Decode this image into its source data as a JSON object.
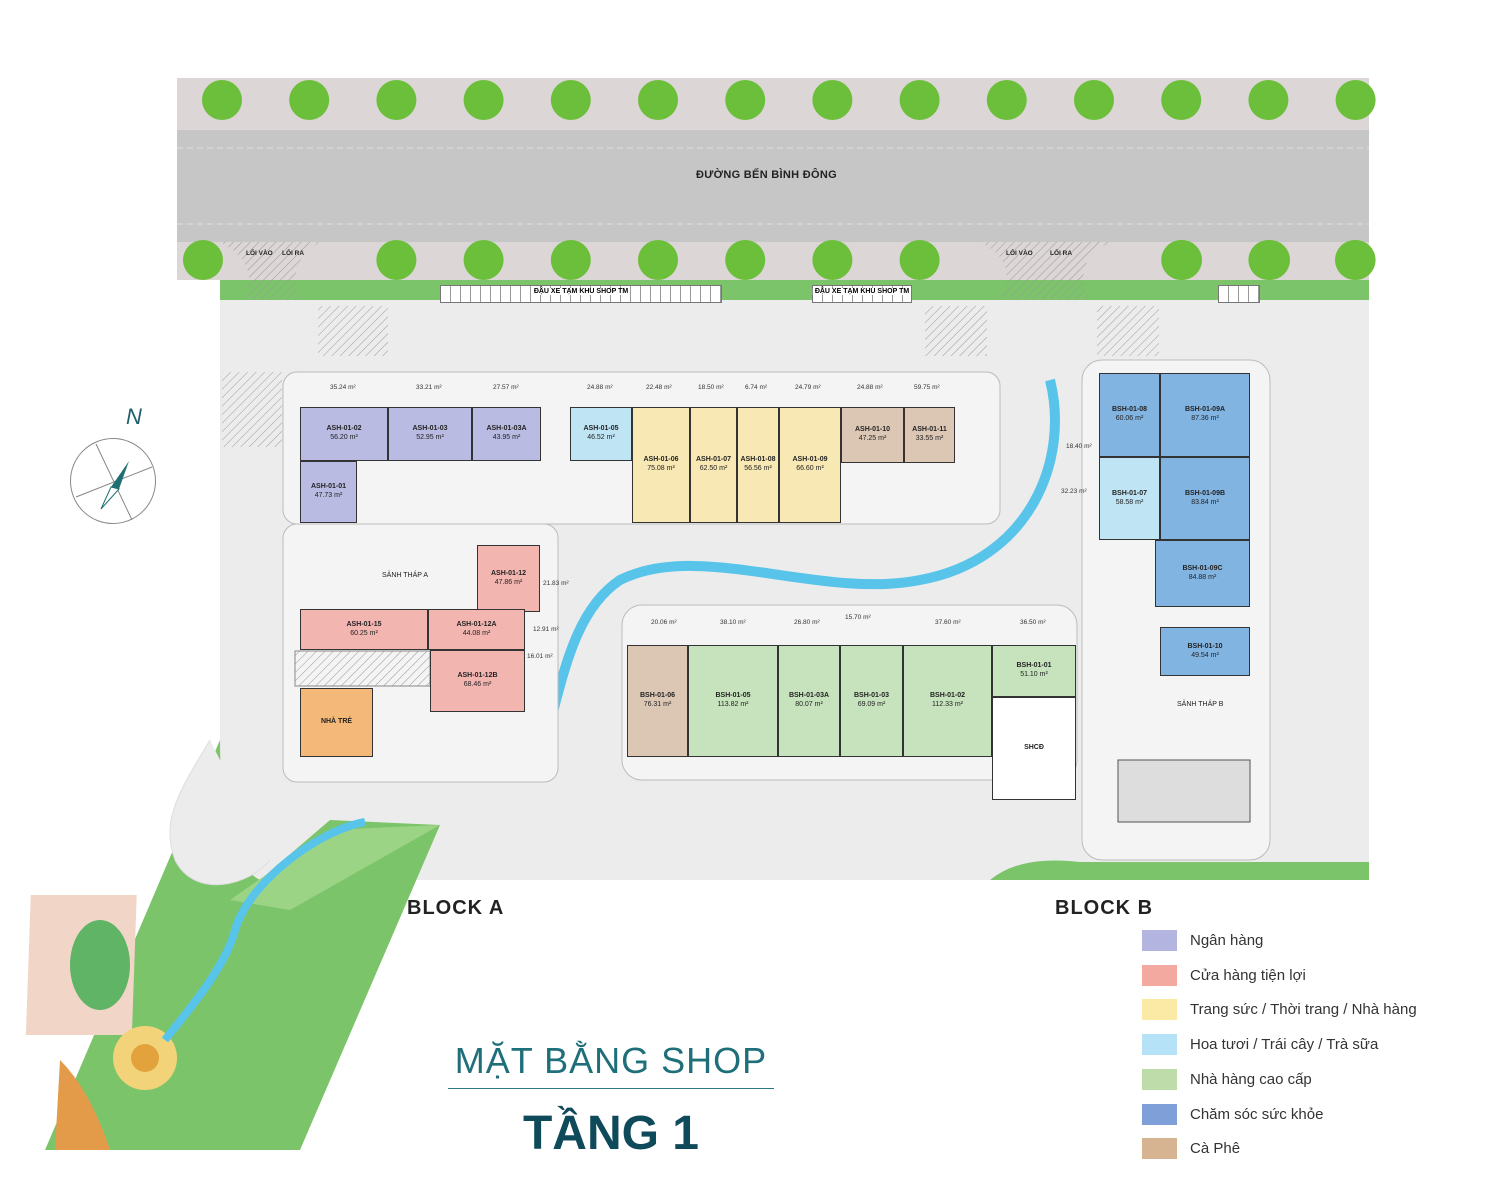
{
  "street": {
    "name": "ĐƯỜNG BẾN BÌNH ĐÔNG"
  },
  "entrances": [
    {
      "in": "LỐI VÀO",
      "out": "LỐI RA"
    },
    {
      "in": "LỐI VÀO",
      "out": "LỐI RA"
    }
  ],
  "parking": [
    "ĐẬU XE TẠM KHU SHOP TM",
    "ĐẬU XE TẠM KHU SHOP TM"
  ],
  "compass": {
    "label": "N"
  },
  "blocks": {
    "a": "BLOCK A",
    "b": "BLOCK B"
  },
  "lobbies": {
    "a": "SẢNH THÁP A",
    "b": "SẢNH THÁP B"
  },
  "units": [
    {
      "id": "ASH-01-02",
      "area": "56.20 m²",
      "category": "bank"
    },
    {
      "id": "ASH-01-03",
      "area": "52.95 m²",
      "category": "bank"
    },
    {
      "id": "ASH-01-03A",
      "area": "43.95 m²",
      "category": "bank"
    },
    {
      "id": "ASH-01-01",
      "area": "47.73 m²",
      "category": "bank"
    },
    {
      "id": "ASH-01-05",
      "area": "46.52 m²",
      "category": "flowers"
    },
    {
      "id": "ASH-01-06",
      "area": "75.08 m²",
      "category": "fashion"
    },
    {
      "id": "ASH-01-07",
      "area": "62.50 m²",
      "category": "fashion"
    },
    {
      "id": "ASH-01-08",
      "area": "56.56 m²",
      "category": "fashion"
    },
    {
      "id": "ASH-01-09",
      "area": "66.60 m²",
      "category": "fashion"
    },
    {
      "id": "ASH-01-10",
      "area": "47.25 m²",
      "category": "cafe"
    },
    {
      "id": "ASH-01-11",
      "area": "33.55 m²",
      "category": "cafe"
    },
    {
      "id": "ASH-01-12",
      "area": "47.86 m²",
      "category": "convenience"
    },
    {
      "id": "ASH-01-15",
      "area": "60.25 m²",
      "category": "convenience"
    },
    {
      "id": "ASH-01-12A",
      "area": "44.08 m²",
      "category": "convenience"
    },
    {
      "id": "ASH-01-12B",
      "area": "68.46 m²",
      "category": "convenience"
    },
    {
      "id": "NHÀ TRẺ",
      "area": "",
      "category": "nursery"
    },
    {
      "id": "BSH-01-06",
      "area": "76.31 m²",
      "category": "cafe"
    },
    {
      "id": "BSH-01-05",
      "area": "113.82 m²",
      "category": "fine_dining"
    },
    {
      "id": "BSH-01-03A",
      "area": "80.07 m²",
      "category": "fine_dining"
    },
    {
      "id": "BSH-01-03",
      "area": "69.09 m²",
      "category": "fine_dining"
    },
    {
      "id": "BSH-01-02",
      "area": "112.33 m²",
      "category": "fine_dining"
    },
    {
      "id": "BSH-01-01",
      "area": "51.10 m²",
      "category": "fine_dining"
    },
    {
      "id": "SHCĐ",
      "area": "",
      "category": "community"
    },
    {
      "id": "BSH-01-08",
      "area": "60.06 m²",
      "category": "health"
    },
    {
      "id": "BSH-01-09A",
      "area": "87.36 m²",
      "category": "health"
    },
    {
      "id": "BSH-01-07",
      "area": "58.58 m²",
      "category": "flowers"
    },
    {
      "id": "BSH-01-09B",
      "area": "83.84 m²",
      "category": "health"
    },
    {
      "id": "BSH-01-09C",
      "area": "84.88 m²",
      "category": "health"
    },
    {
      "id": "BSH-01-10",
      "area": "49.54 m²",
      "category": "health"
    }
  ],
  "frontage_areas": [
    "35.24 m²",
    "33.21 m²",
    "27.57 m²",
    "24.88 m²",
    "22.48 m²",
    "18.50 m²",
    "6.74 m²",
    "24.79 m²",
    "24.88 m²",
    "59.75 m²",
    "21.83 m²",
    "12.91 m²",
    "16.01 m²",
    "20.06 m²",
    "38.10 m²",
    "26.80 m²",
    "15.70 m²",
    "37.60 m²",
    "36.50 m²",
    "18.40 m²",
    "32.23 m²"
  ],
  "colors": {
    "bank": "#b9bbe2",
    "convenience": "#f3b5b0",
    "fashion": "#f8e8b4",
    "flowers": "#bfe5f5",
    "fine_dining": "#c7e3bd",
    "health": "#82b4e2",
    "cafe": "#dcc7b5",
    "nursery": "#f4b878",
    "community": "#ffffff"
  },
  "legend": [
    {
      "label": "Ngân hàng",
      "color": "#b3b5e0"
    },
    {
      "label": "Cửa hàng tiện lợi",
      "color": "#f4a9a0"
    },
    {
      "label": "Trang sức / Thời trang / Nhà hàng",
      "color": "#fbe9a6"
    },
    {
      "label": "Hoa tươi / Trái cây / Trà sữa",
      "color": "#b6e2f8"
    },
    {
      "label": "Nhà hàng cao cấp",
      "color": "#bddcaa"
    },
    {
      "label": "Chăm sóc sức khỏe",
      "color": "#7f9fd8"
    },
    {
      "label": "Cà Phê",
      "color": "#d7b491"
    }
  ],
  "title": {
    "line1": "MẶT BẰNG SHOP",
    "line2": "TẦNG 1"
  }
}
